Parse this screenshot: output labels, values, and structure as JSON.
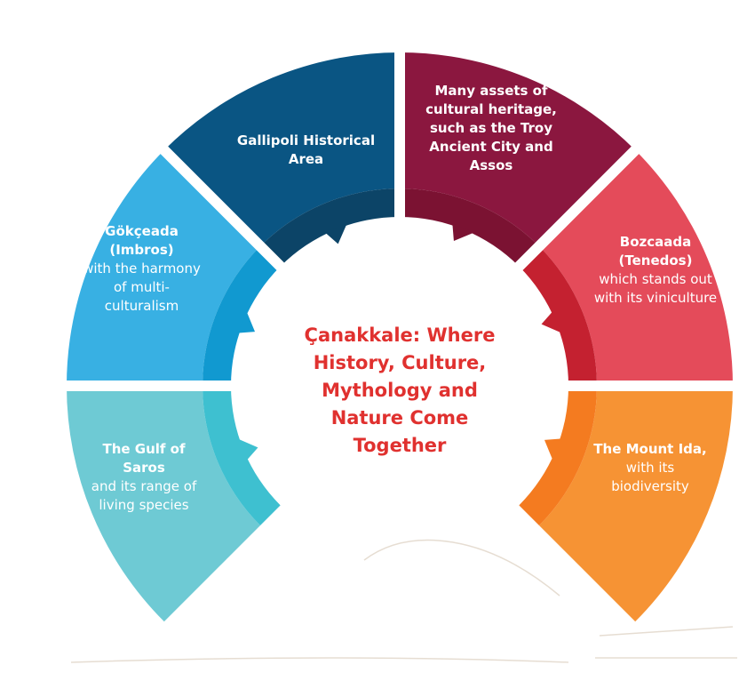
{
  "title": "Çanakkale: Where History, Culture, Mythology and Nature Come Together",
  "segments": [
    {
      "id": "gallipoli",
      "bold": "Gallipoli Historical Area",
      "normal": "",
      "color": "#0a5583",
      "inner": "#0c4467"
    },
    {
      "id": "gokceada",
      "bold": "Gökçeada (Imbros)",
      "normal": "with the harmony of multi-culturalism",
      "color": "#38b0e3",
      "inner": "#1199d0"
    },
    {
      "id": "saros",
      "bold": "The Gulf of Saros",
      "normal": " and its range of living species",
      "color": "#6ecad4",
      "inner": "#3ec0d0"
    },
    {
      "id": "heritage",
      "bold": "Many assets of cultural heritage, such as the Troy Ancient City and Assos",
      "normal": "",
      "color": "#8b173f",
      "inner": "#7b1232"
    },
    {
      "id": "bozcaada",
      "bold": "Bozcaada (Tenedos)",
      "normal": "which stands out with its viniculture",
      "color": "#e44b5a",
      "inner": "#c42130"
    },
    {
      "id": "ida",
      "bold": "The Mount Ida,",
      "normal": " with its biodiversity",
      "color": "#f69334",
      "inner": "#f47b20"
    }
  ],
  "title_color": "#e0312f"
}
